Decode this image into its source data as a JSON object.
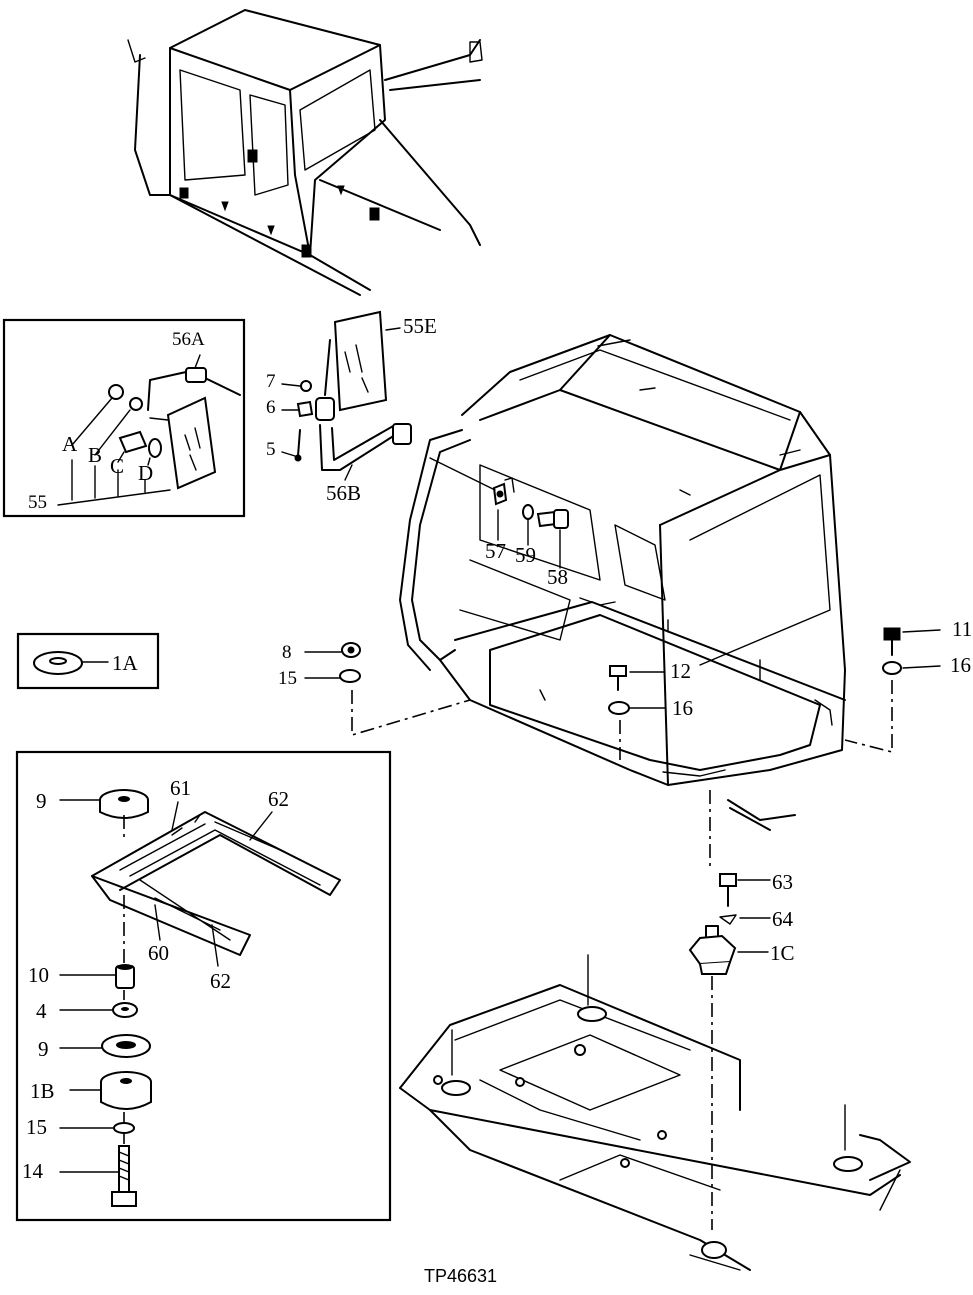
{
  "diagram": {
    "drawing_number": "TP46631",
    "labels": {
      "p55E": "55E",
      "p56A": "56A",
      "p56B": "56B",
      "p55": "55",
      "pA": "A",
      "pB": "B",
      "pC": "C",
      "pD": "D",
      "p7": "7",
      "p6": "6",
      "p5": "5",
      "p57": "57",
      "p59": "59",
      "p58": "58",
      "p1A": "1A",
      "p8": "8",
      "p15a": "15",
      "p12": "12",
      "p16a": "16",
      "p11": "11",
      "p16b": "16",
      "p9a": "9",
      "p61": "61",
      "p62a": "62",
      "p60": "60",
      "p62b": "62",
      "p10": "10",
      "p4": "4",
      "p9b": "9",
      "p1B": "1B",
      "p15b": "15",
      "p14": "14",
      "p63": "63",
      "p64": "64",
      "p1C": "1C"
    }
  }
}
